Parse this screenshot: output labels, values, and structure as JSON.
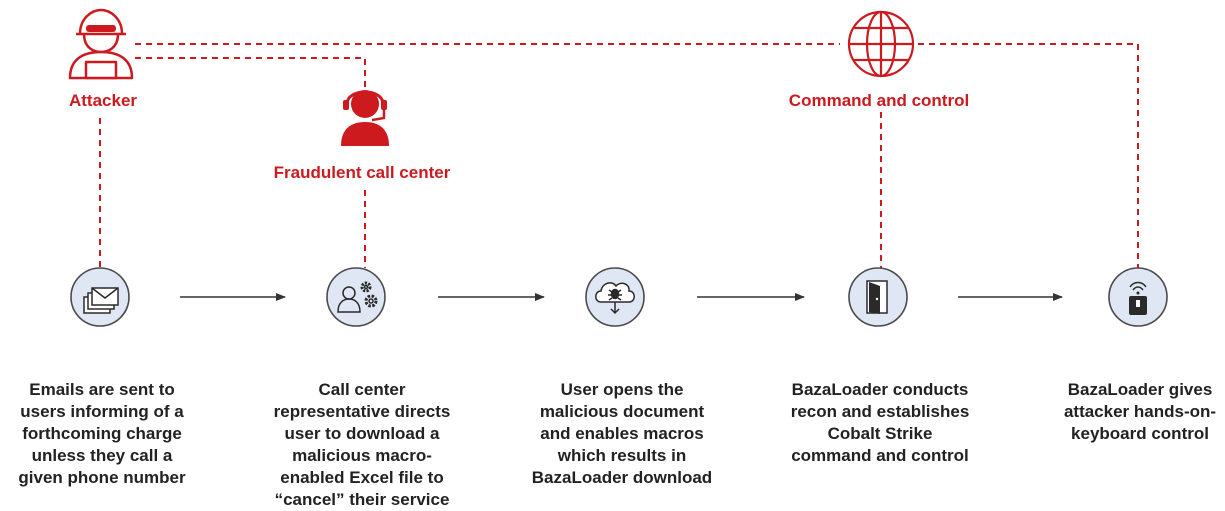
{
  "colors": {
    "accent": "#cc1a1f",
    "step_circle_fill": "#dfe7f4",
    "step_circle_border": "#4a4a4a",
    "arrow": "#333333"
  },
  "actors": {
    "attacker": {
      "label": "Attacker",
      "icon": "hacker-icon"
    },
    "call_center": {
      "label": "Fraudulent call center",
      "icon": "headset-operator-icon"
    },
    "c2": {
      "label": "Command and control",
      "icon": "globe-icon"
    }
  },
  "steps": [
    {
      "icon": "email-stack-icon",
      "text": "Emails are sent to\nusers informing of a\nforthcoming charge\nunless they call a\ngiven phone number"
    },
    {
      "icon": "user-gears-icon",
      "text": "Call center\nrepresentative directs\nuser to download a\nmalicious macro-\nenabled Excel file to\n“cancel” their service"
    },
    {
      "icon": "cloud-bug-download-icon",
      "text": "User opens the\nmalicious document\nand enables macros\nwhich results in\nBazaLoader download"
    },
    {
      "icon": "open-door-icon",
      "text": "BazaLoader conducts\nrecon and establishes\nCobalt Strike\ncommand and control"
    },
    {
      "icon": "remote-device-icon",
      "text": "BazaLoader gives\nattacker hands-on-\nkeyboard control"
    }
  ]
}
